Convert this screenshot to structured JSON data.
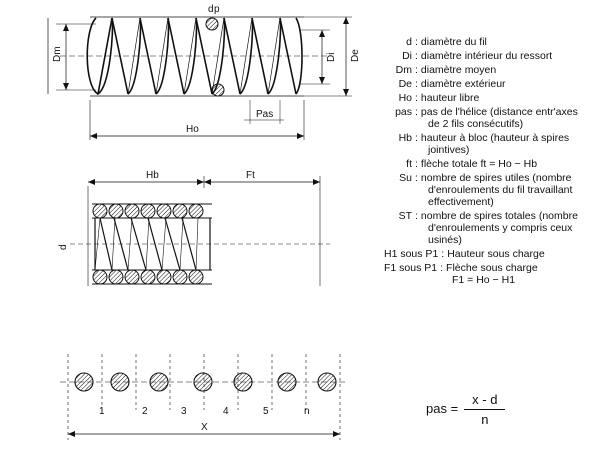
{
  "labels": {
    "d": "d",
    "p": "p",
    "dm": "Dm",
    "di": "Di",
    "de": "De",
    "ho": "Ho",
    "pas": "Pas",
    "hb": "Hb",
    "ft": "Ft",
    "d_small": "d",
    "x": "X",
    "n": "n",
    "idx": [
      "1",
      "2",
      "3",
      "4",
      "5"
    ]
  },
  "legend": [
    {
      "sym": "d",
      "text": "diamètre du fil"
    },
    {
      "sym": "Di",
      "text": "diamètre intérieur du ressort"
    },
    {
      "sym": "Dm",
      "text": "diamètre moyen"
    },
    {
      "sym": "De",
      "text": "diamètre extérieur"
    },
    {
      "sym": "Ho",
      "text": "hauteur libre"
    },
    {
      "sym": "pas",
      "text": "pas de l'hélice (distance entr'axes",
      "cont": "de 2 fils consécutifs)"
    },
    {
      "sym": "Hb",
      "text": "hauteur à bloc (hauteur à spires",
      "cont": "jointives)"
    },
    {
      "sym": "ft",
      "text": "flèche totale   ft = Ho − Hb"
    },
    {
      "sym": "Su",
      "text": "nombre de spires utiles (nombre",
      "cont": "d'enroulements du fil travaillant effectivement)"
    },
    {
      "sym": "ST",
      "text": "nombre de spires totales (nombre",
      "cont": "d'enroulements y compris ceux usinés)"
    },
    {
      "sym": "H1 sous P1",
      "text": "Hauteur sous charge"
    },
    {
      "sym": "F1 sous P1",
      "text": "Flèche sous charge",
      "cont": "F1 = Ho − H1"
    }
  ],
  "formula": {
    "left": "pas =",
    "num": "x - d",
    "den": "n"
  }
}
